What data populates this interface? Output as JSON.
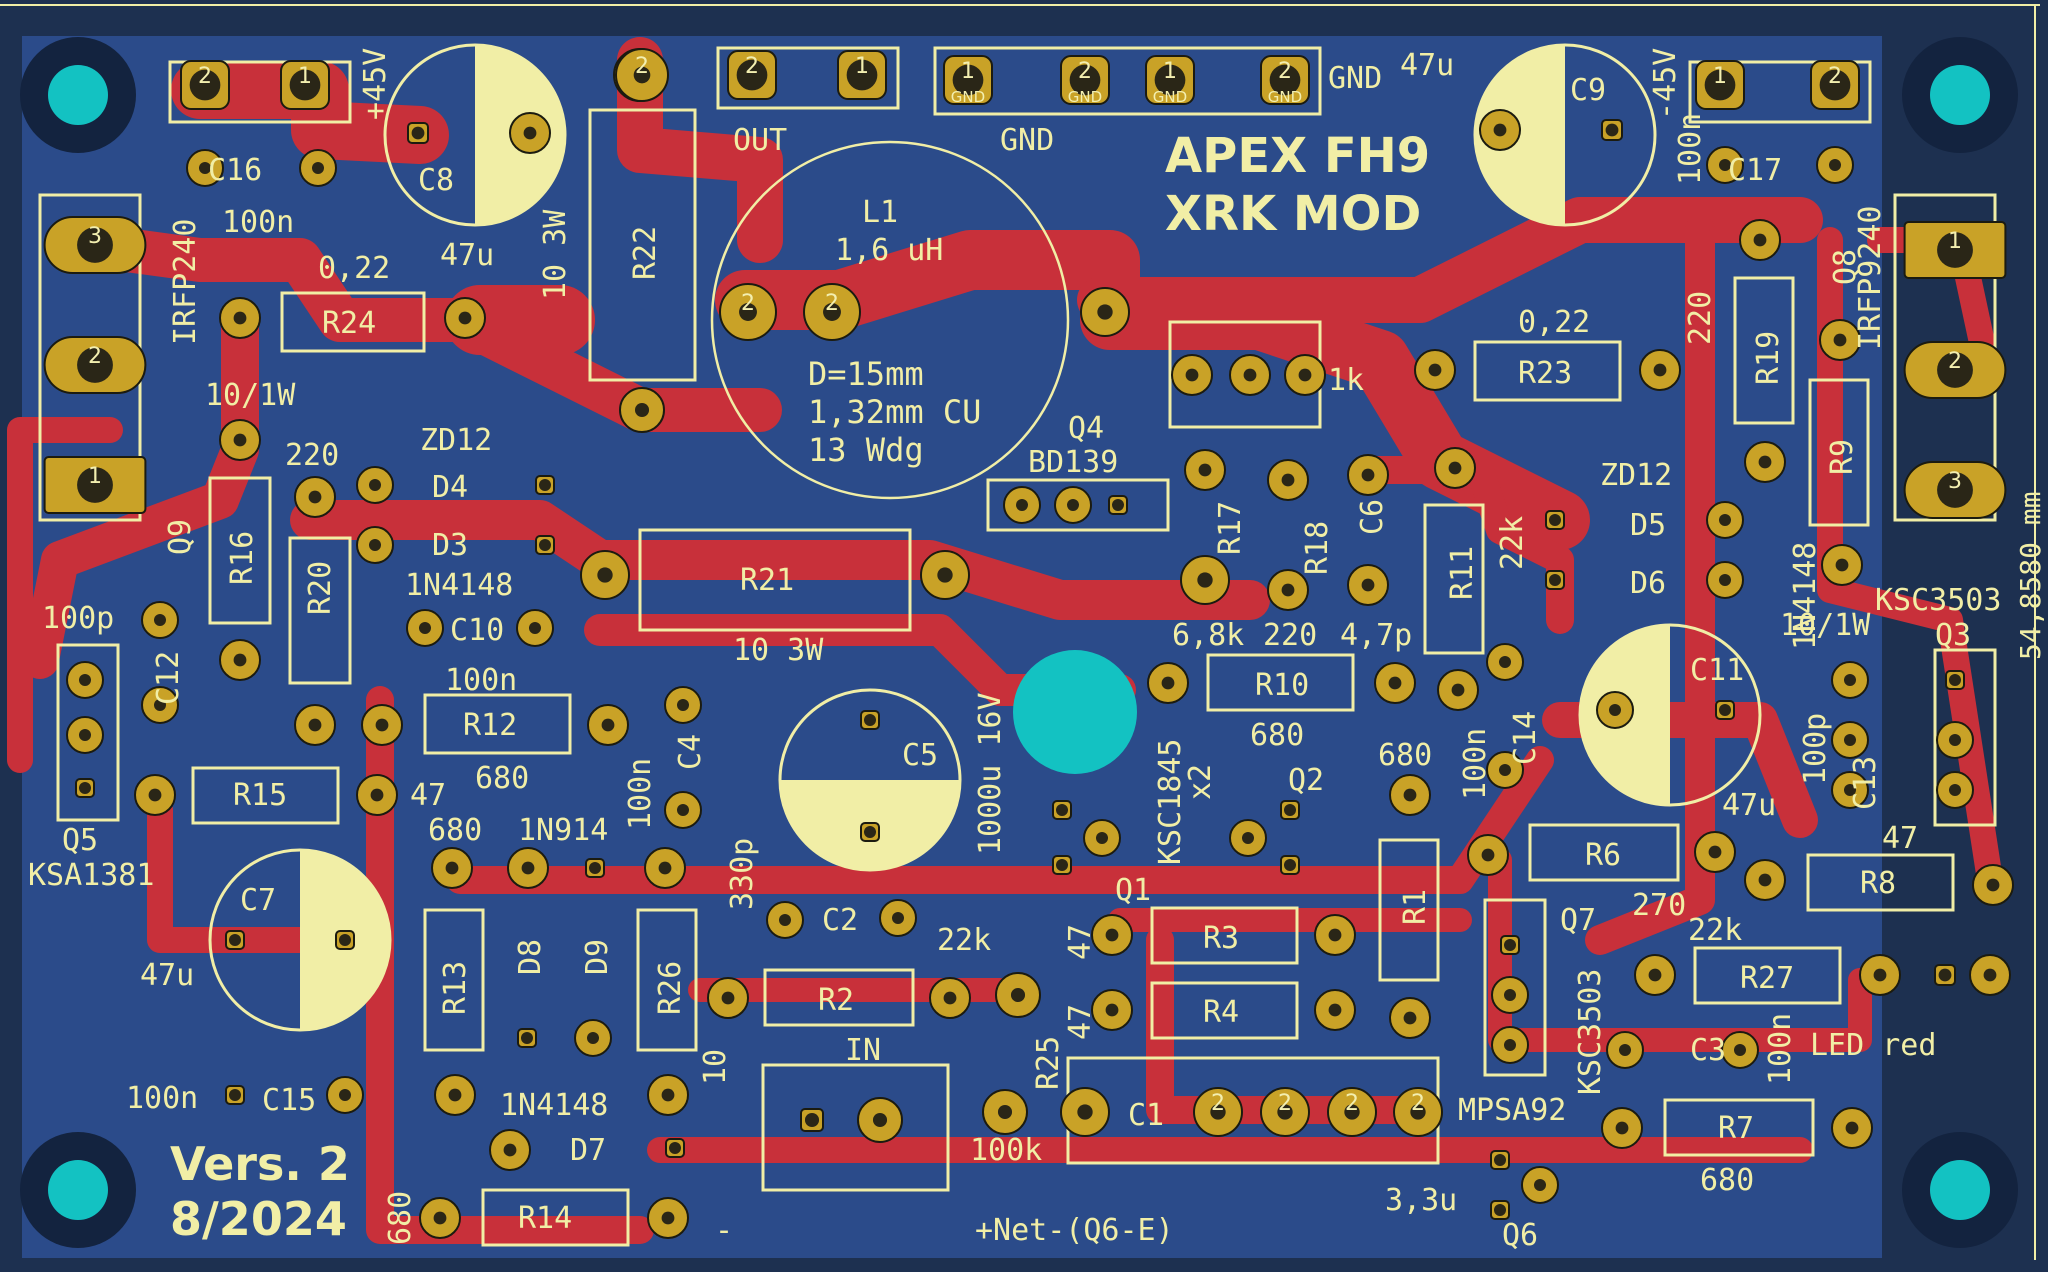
{
  "board": {
    "title_line1": "APEX FH9",
    "title_line2": "XRK  MOD",
    "version": "Vers. 2",
    "date": "8/2024",
    "dimension_label": "54,8580 mm",
    "inductor": {
      "ref": "L1",
      "value": "1,6 uH",
      "spec1": "D=15mm",
      "spec2": "1,32mm CU",
      "spec3": "13 Wdg"
    },
    "colors": {
      "board": "#2b4b8a",
      "copper": "#c8303a",
      "silk": "#f1eea6",
      "pad": "#c9a227",
      "hole": "#13c2c2"
    }
  },
  "connectors": {
    "out": "OUT",
    "gnd_bottom": "GND",
    "gnd_right": "GND",
    "in": "IN",
    "pos_supply": "+45V",
    "neg_supply": "-45V",
    "pad_gnd": "GND"
  },
  "labels": [
    {
      "id": "c16",
      "text": "C16"
    },
    {
      "id": "c16v",
      "text": "100n"
    },
    {
      "id": "c8",
      "text": "C8"
    },
    {
      "id": "c8v",
      "text": "47u"
    },
    {
      "id": "r22",
      "text": "R22"
    },
    {
      "id": "r22v",
      "text": "10 3W"
    },
    {
      "id": "irfp240",
      "text": "IRFP240"
    },
    {
      "id": "r24v",
      "text": "0,22"
    },
    {
      "id": "r24",
      "text": "R24"
    },
    {
      "id": "r9v",
      "text": "10/1W"
    },
    {
      "id": "zd12a",
      "text": "ZD12"
    },
    {
      "id": "d4",
      "text": "D4"
    },
    {
      "id": "d3",
      "text": "D3"
    },
    {
      "id": "n4148a",
      "text": "1N4148"
    },
    {
      "id": "v220a",
      "text": "220"
    },
    {
      "id": "q9",
      "text": "Q9"
    },
    {
      "id": "r16",
      "text": "R16"
    },
    {
      "id": "r20",
      "text": "R20"
    },
    {
      "id": "c10",
      "text": "C10"
    },
    {
      "id": "c10v",
      "text": "100n"
    },
    {
      "id": "r21",
      "text": "R21"
    },
    {
      "id": "r21v",
      "text": "10 3W"
    },
    {
      "id": "c12v",
      "text": "100p"
    },
    {
      "id": "c12",
      "text": "C12"
    },
    {
      "id": "r12",
      "text": "R12"
    },
    {
      "id": "r12v",
      "text": "680"
    },
    {
      "id": "r15",
      "text": "R15"
    },
    {
      "id": "r15v",
      "text": "47"
    },
    {
      "id": "q5",
      "text": "Q5"
    },
    {
      "id": "ksa1381",
      "text": "KSA1381"
    },
    {
      "id": "c4",
      "text": "C4"
    },
    {
      "id": "c4v",
      "text": "100n"
    },
    {
      "id": "c5",
      "text": "C5"
    },
    {
      "id": "c5v",
      "text": "1000u 16V"
    },
    {
      "id": "ksc1845",
      "text": "KSC1845"
    },
    {
      "id": "x2",
      "text": "x2"
    },
    {
      "id": "q1",
      "text": "Q1"
    },
    {
      "id": "q2",
      "text": "Q2"
    },
    {
      "id": "c7",
      "text": "C7"
    },
    {
      "id": "c7v",
      "text": "47u"
    },
    {
      "id": "v680a",
      "text": "680"
    },
    {
      "id": "n914",
      "text": "1N914"
    },
    {
      "id": "r13",
      "text": "R13"
    },
    {
      "id": "d8",
      "text": "D8"
    },
    {
      "id": "d9",
      "text": "D9"
    },
    {
      "id": "r26",
      "text": "R26"
    },
    {
      "id": "v330p",
      "text": "330p"
    },
    {
      "id": "c2",
      "text": "C2"
    },
    {
      "id": "v22ka",
      "text": "22k"
    },
    {
      "id": "r2",
      "text": "R2"
    },
    {
      "id": "r25",
      "text": "R25"
    },
    {
      "id": "v100k",
      "text": "100k"
    },
    {
      "id": "v10",
      "text": "10"
    },
    {
      "id": "c15",
      "text": "C15"
    },
    {
      "id": "c15v",
      "text": "100n"
    },
    {
      "id": "n4148b",
      "text": "1N4148"
    },
    {
      "id": "d7",
      "text": "D7"
    },
    {
      "id": "r14",
      "text": "R14"
    },
    {
      "id": "v680b",
      "text": "680"
    },
    {
      "id": "netq6e",
      "text": "+Net-(Q6-E)"
    },
    {
      "id": "minus",
      "text": "-"
    },
    {
      "id": "c1",
      "text": "C1"
    },
    {
      "id": "r3",
      "text": "R3"
    },
    {
      "id": "r4",
      "text": "R4"
    },
    {
      "id": "v47a",
      "text": "47"
    },
    {
      "id": "v47b",
      "text": "47"
    },
    {
      "id": "r1",
      "text": "R1"
    },
    {
      "id": "v680c",
      "text": "680"
    },
    {
      "id": "mpsa92",
      "text": "MPSA92"
    },
    {
      "id": "v33u",
      "text": "3,3u"
    },
    {
      "id": "q6",
      "text": "Q6"
    },
    {
      "id": "q4",
      "text": "Q4"
    },
    {
      "id": "bd139",
      "text": "BD139"
    },
    {
      "id": "v1k",
      "text": "1k"
    },
    {
      "id": "r17",
      "text": "R17"
    },
    {
      "id": "v68k",
      "text": "6,8k"
    },
    {
      "id": "r18",
      "text": "R18"
    },
    {
      "id": "v220b",
      "text": "220"
    },
    {
      "id": "c6",
      "text": "C6"
    },
    {
      "id": "v47p",
      "text": "4,7p"
    },
    {
      "id": "r11",
      "text": "R11"
    },
    {
      "id": "v22kb",
      "text": "22k"
    },
    {
      "id": "r10",
      "text": "R10"
    },
    {
      "id": "v680d",
      "text": "680"
    },
    {
      "id": "c14",
      "text": "C14"
    },
    {
      "id": "c14v",
      "text": "100n"
    },
    {
      "id": "c9",
      "text": "C9"
    },
    {
      "id": "c9v",
      "text": "47u"
    },
    {
      "id": "c17",
      "text": "C17"
    },
    {
      "id": "c17v",
      "text": "100n"
    },
    {
      "id": "r23",
      "text": "R23"
    },
    {
      "id": "r23v",
      "text": "0,22"
    },
    {
      "id": "r19",
      "text": "R19"
    },
    {
      "id": "v220c",
      "text": "220"
    },
    {
      "id": "q8",
      "text": "Q8"
    },
    {
      "id": "irfp9240",
      "text": "IRFP9240"
    },
    {
      "id": "r9",
      "text": "R9"
    },
    {
      "id": "zd12b",
      "text": "ZD12"
    },
    {
      "id": "d5",
      "text": "D5"
    },
    {
      "id": "d6",
      "text": "D6"
    },
    {
      "id": "n4148c",
      "text": "1N4148"
    },
    {
      "id": "ksc3503a",
      "text": "KSC3503"
    },
    {
      "id": "q3",
      "text": "Q3"
    },
    {
      "id": "r9v2",
      "text": "10/1W"
    },
    {
      "id": "c11",
      "text": "C11"
    },
    {
      "id": "c11v",
      "text": "47u"
    },
    {
      "id": "c13",
      "text": "C13"
    },
    {
      "id": "c13v",
      "text": "100p"
    },
    {
      "id": "v47c",
      "text": "47"
    },
    {
      "id": "r6",
      "text": "R6"
    },
    {
      "id": "v270",
      "text": "270"
    },
    {
      "id": "r8",
      "text": "R8"
    },
    {
      "id": "q7",
      "text": "Q7"
    },
    {
      "id": "ksc3503b",
      "text": "KSC3503"
    },
    {
      "id": "v22kc",
      "text": "22k"
    },
    {
      "id": "r27",
      "text": "R27"
    },
    {
      "id": "c3",
      "text": "C3"
    },
    {
      "id": "c3v",
      "text": "100n"
    },
    {
      "id": "r7",
      "text": "R7"
    },
    {
      "id": "v680e",
      "text": "680"
    },
    {
      "id": "led",
      "text": "LED red"
    }
  ]
}
